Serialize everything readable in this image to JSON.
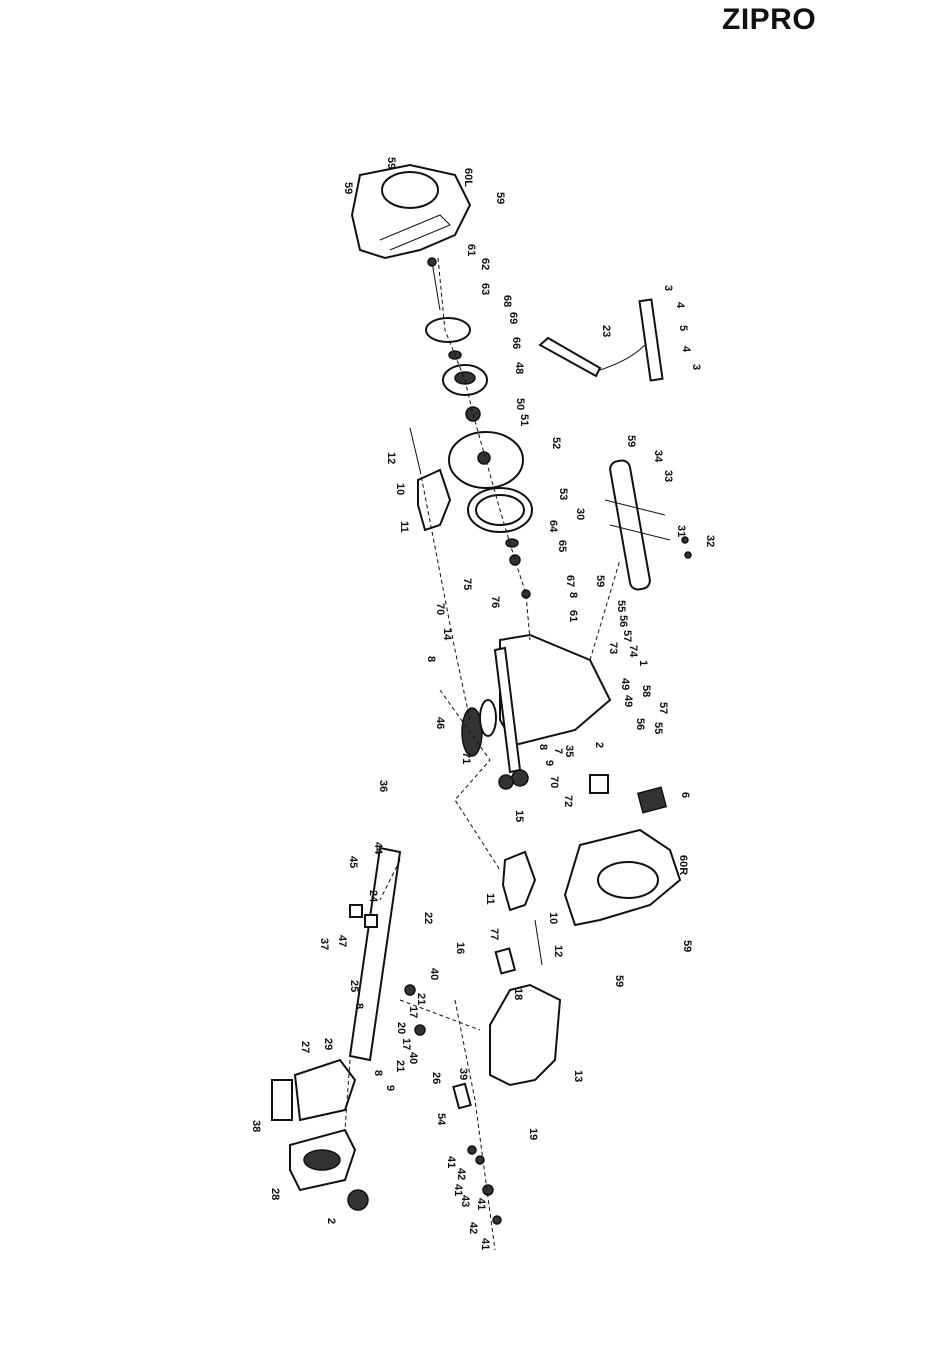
{
  "brand": {
    "name": "ZIPRO",
    "color": "#111111"
  },
  "labels": [
    {
      "id": "l59a",
      "text": "59"
    },
    {
      "id": "l60L",
      "text": "60L"
    },
    {
      "id": "l59b",
      "text": "59"
    },
    {
      "id": "l59c",
      "text": "59"
    },
    {
      "id": "l61a",
      "text": "61"
    },
    {
      "id": "l62",
      "text": "62"
    },
    {
      "id": "l63",
      "text": "63"
    },
    {
      "id": "l68",
      "text": "68"
    },
    {
      "id": "l69",
      "text": "69"
    },
    {
      "id": "l66",
      "text": "66"
    },
    {
      "id": "l48",
      "text": "48"
    },
    {
      "id": "l50",
      "text": "50"
    },
    {
      "id": "l51",
      "text": "51"
    },
    {
      "id": "l52",
      "text": "52"
    },
    {
      "id": "l53",
      "text": "53"
    },
    {
      "id": "l64",
      "text": "64"
    },
    {
      "id": "l65",
      "text": "65"
    },
    {
      "id": "l75",
      "text": "75"
    },
    {
      "id": "l76",
      "text": "76"
    },
    {
      "id": "l67",
      "text": "67"
    },
    {
      "id": "l8a",
      "text": "8"
    },
    {
      "id": "l61b",
      "text": "61"
    },
    {
      "id": "l23",
      "text": "23"
    },
    {
      "id": "l3a",
      "text": "3"
    },
    {
      "id": "l4a",
      "text": "4"
    },
    {
      "id": "l5",
      "text": "5"
    },
    {
      "id": "l4b",
      "text": "4"
    },
    {
      "id": "l3b",
      "text": "3"
    },
    {
      "id": "l59d",
      "text": "59"
    },
    {
      "id": "l34",
      "text": "34"
    },
    {
      "id": "l33",
      "text": "33"
    },
    {
      "id": "l30",
      "text": "30"
    },
    {
      "id": "l31",
      "text": "31"
    },
    {
      "id": "l32",
      "text": "32"
    },
    {
      "id": "l59e",
      "text": "59"
    },
    {
      "id": "l12a",
      "text": "12"
    },
    {
      "id": "l10a",
      "text": "10"
    },
    {
      "id": "l11a",
      "text": "11"
    },
    {
      "id": "l70a",
      "text": "70"
    },
    {
      "id": "l14",
      "text": "14"
    },
    {
      "id": "l8b",
      "text": "8"
    },
    {
      "id": "l55a",
      "text": "55"
    },
    {
      "id": "l56a",
      "text": "56"
    },
    {
      "id": "l57a",
      "text": "57"
    },
    {
      "id": "l73",
      "text": "73"
    },
    {
      "id": "l74",
      "text": "74"
    },
    {
      "id": "l1",
      "text": "1"
    },
    {
      "id": "l49a",
      "text": "49"
    },
    {
      "id": "l49b",
      "text": "49"
    },
    {
      "id": "l58",
      "text": "58"
    },
    {
      "id": "l57b",
      "text": "57"
    },
    {
      "id": "l56b",
      "text": "56"
    },
    {
      "id": "l55b",
      "text": "55"
    },
    {
      "id": "l46",
      "text": "46"
    },
    {
      "id": "l71",
      "text": "71"
    },
    {
      "id": "l35",
      "text": "35"
    },
    {
      "id": "l7",
      "text": "7"
    },
    {
      "id": "l2a",
      "text": "2"
    },
    {
      "id": "l8c",
      "text": "8"
    },
    {
      "id": "l9a",
      "text": "9"
    },
    {
      "id": "l70b",
      "text": "70"
    },
    {
      "id": "l72",
      "text": "72"
    },
    {
      "id": "l15",
      "text": "15"
    },
    {
      "id": "l6",
      "text": "6"
    },
    {
      "id": "l36",
      "text": "36"
    },
    {
      "id": "l44",
      "text": "44"
    },
    {
      "id": "l45",
      "text": "45"
    },
    {
      "id": "l60R",
      "text": "60R"
    },
    {
      "id": "l24",
      "text": "24"
    },
    {
      "id": "l22",
      "text": "22"
    },
    {
      "id": "l11b",
      "text": "11"
    },
    {
      "id": "l10b",
      "text": "10"
    },
    {
      "id": "l12b",
      "text": "12"
    },
    {
      "id": "l59f",
      "text": "59"
    },
    {
      "id": "l59g",
      "text": "59"
    },
    {
      "id": "l37",
      "text": "37"
    },
    {
      "id": "l47",
      "text": "47"
    },
    {
      "id": "l77",
      "text": "77"
    },
    {
      "id": "l16",
      "text": "16"
    },
    {
      "id": "l18",
      "text": "18"
    },
    {
      "id": "l25",
      "text": "25"
    },
    {
      "id": "l40a",
      "text": "40"
    },
    {
      "id": "l21a",
      "text": "21"
    },
    {
      "id": "l17a",
      "text": "17"
    },
    {
      "id": "l20",
      "text": "20"
    },
    {
      "id": "l17b",
      "text": "17"
    },
    {
      "id": "l21b",
      "text": "21"
    },
    {
      "id": "l40b",
      "text": "40"
    },
    {
      "id": "l8d",
      "text": "8"
    },
    {
      "id": "l27",
      "text": "27"
    },
    {
      "id": "l29",
      "text": "29"
    },
    {
      "id": "l26",
      "text": "26"
    },
    {
      "id": "l39",
      "text": "39"
    },
    {
      "id": "l13",
      "text": "13"
    },
    {
      "id": "l8e",
      "text": "8"
    },
    {
      "id": "l9b",
      "text": "9"
    },
    {
      "id": "l38",
      "text": "38"
    },
    {
      "id": "l54",
      "text": "54"
    },
    {
      "id": "l19",
      "text": "19"
    },
    {
      "id": "l28",
      "text": "28"
    },
    {
      "id": "l41a",
      "text": "41"
    },
    {
      "id": "l42a",
      "text": "42"
    },
    {
      "id": "l41b",
      "text": "41"
    },
    {
      "id": "l43",
      "text": "43"
    },
    {
      "id": "l41c",
      "text": "41"
    },
    {
      "id": "l42b",
      "text": "42"
    },
    {
      "id": "l41d",
      "text": "41"
    },
    {
      "id": "l2b",
      "text": "2"
    }
  ]
}
